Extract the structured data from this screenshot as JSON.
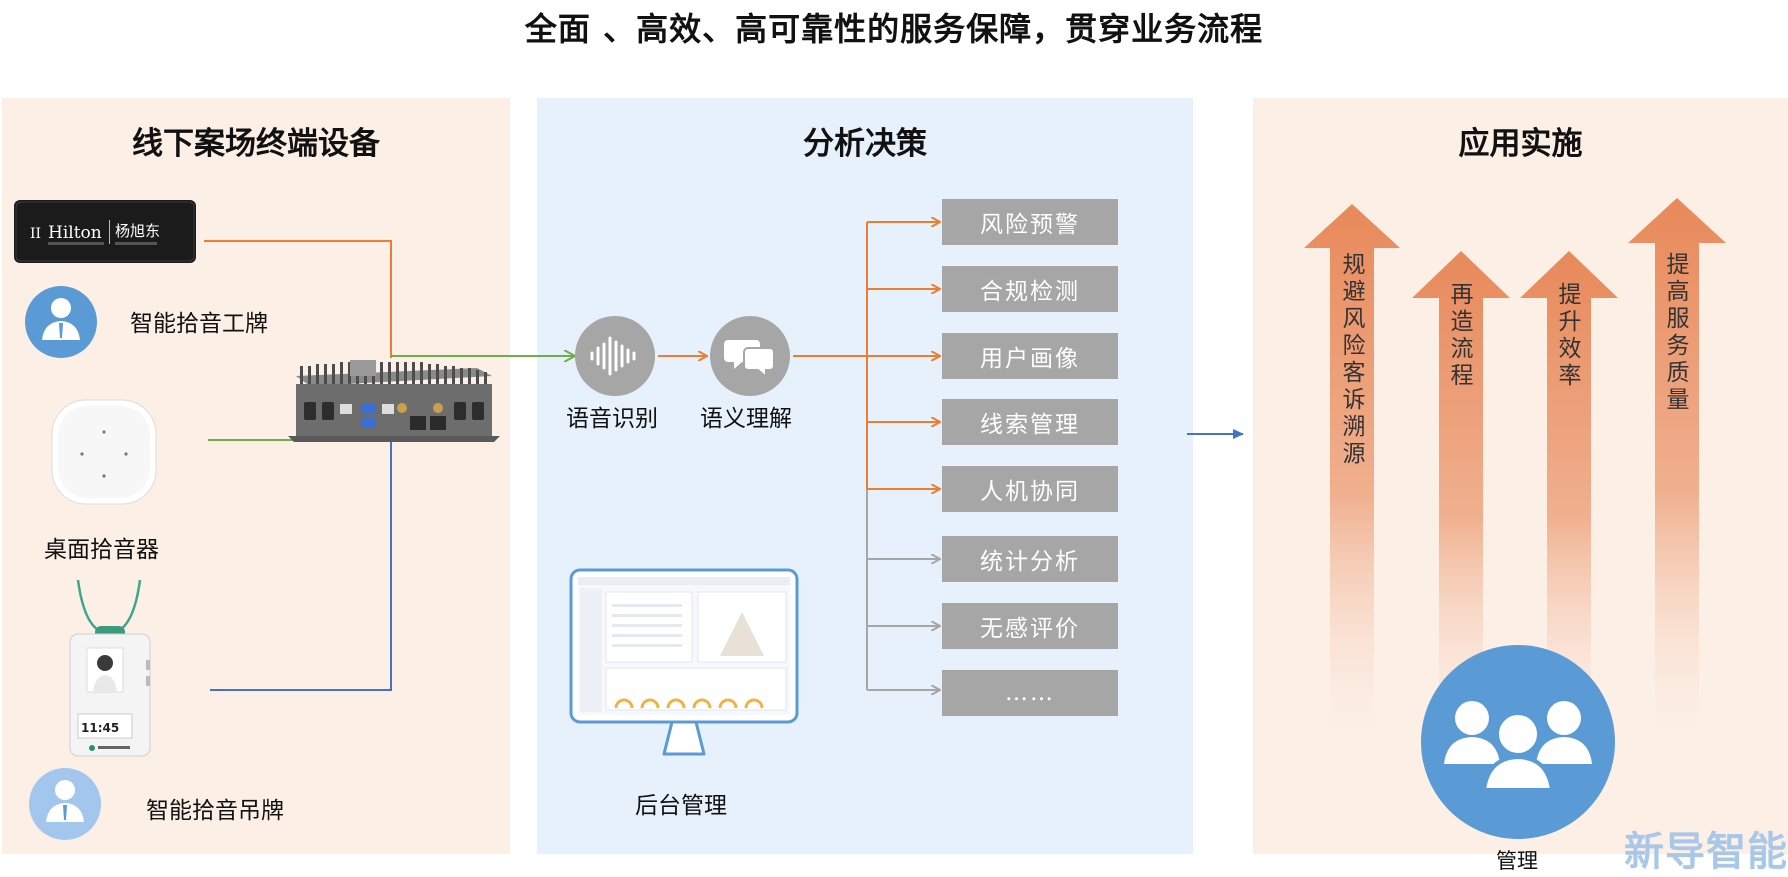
{
  "title": "全面 、高效、高可靠性的服务保障，贯穿业务流程",
  "panels": {
    "left": {
      "title": "线下案场终端设备"
    },
    "middle": {
      "title": "分析决策"
    },
    "right": {
      "title": "应用实施"
    }
  },
  "devices": {
    "badge_brand": "Hilton",
    "badge_name": "杨旭东",
    "badge_label": "智能拾音工牌",
    "desk_label": "桌面拾音器",
    "lanyard_label": "智能拾音吊牌",
    "lanyard_time": "11:45"
  },
  "process": {
    "speech": "语音识别",
    "semantic": "语义理解",
    "backend": "后台管理"
  },
  "outputs": {
    "active": [
      "风险预警",
      "合规检测",
      "用户画像",
      "线索管理",
      "人机协同"
    ],
    "inactive": [
      "统计分析",
      "无感评价",
      "……"
    ]
  },
  "arrows": [
    "规避风险 客诉溯源",
    "再造流程",
    "提升效率",
    "提高服务质量"
  ],
  "manage_label": "管理",
  "watermark": "新导智能",
  "colors": {
    "orange": "#ed7d31",
    "green": "#70ad47",
    "blue": "#4472c4",
    "gray": "#a6a6a6",
    "accent_blue": "#5b9bd5"
  }
}
